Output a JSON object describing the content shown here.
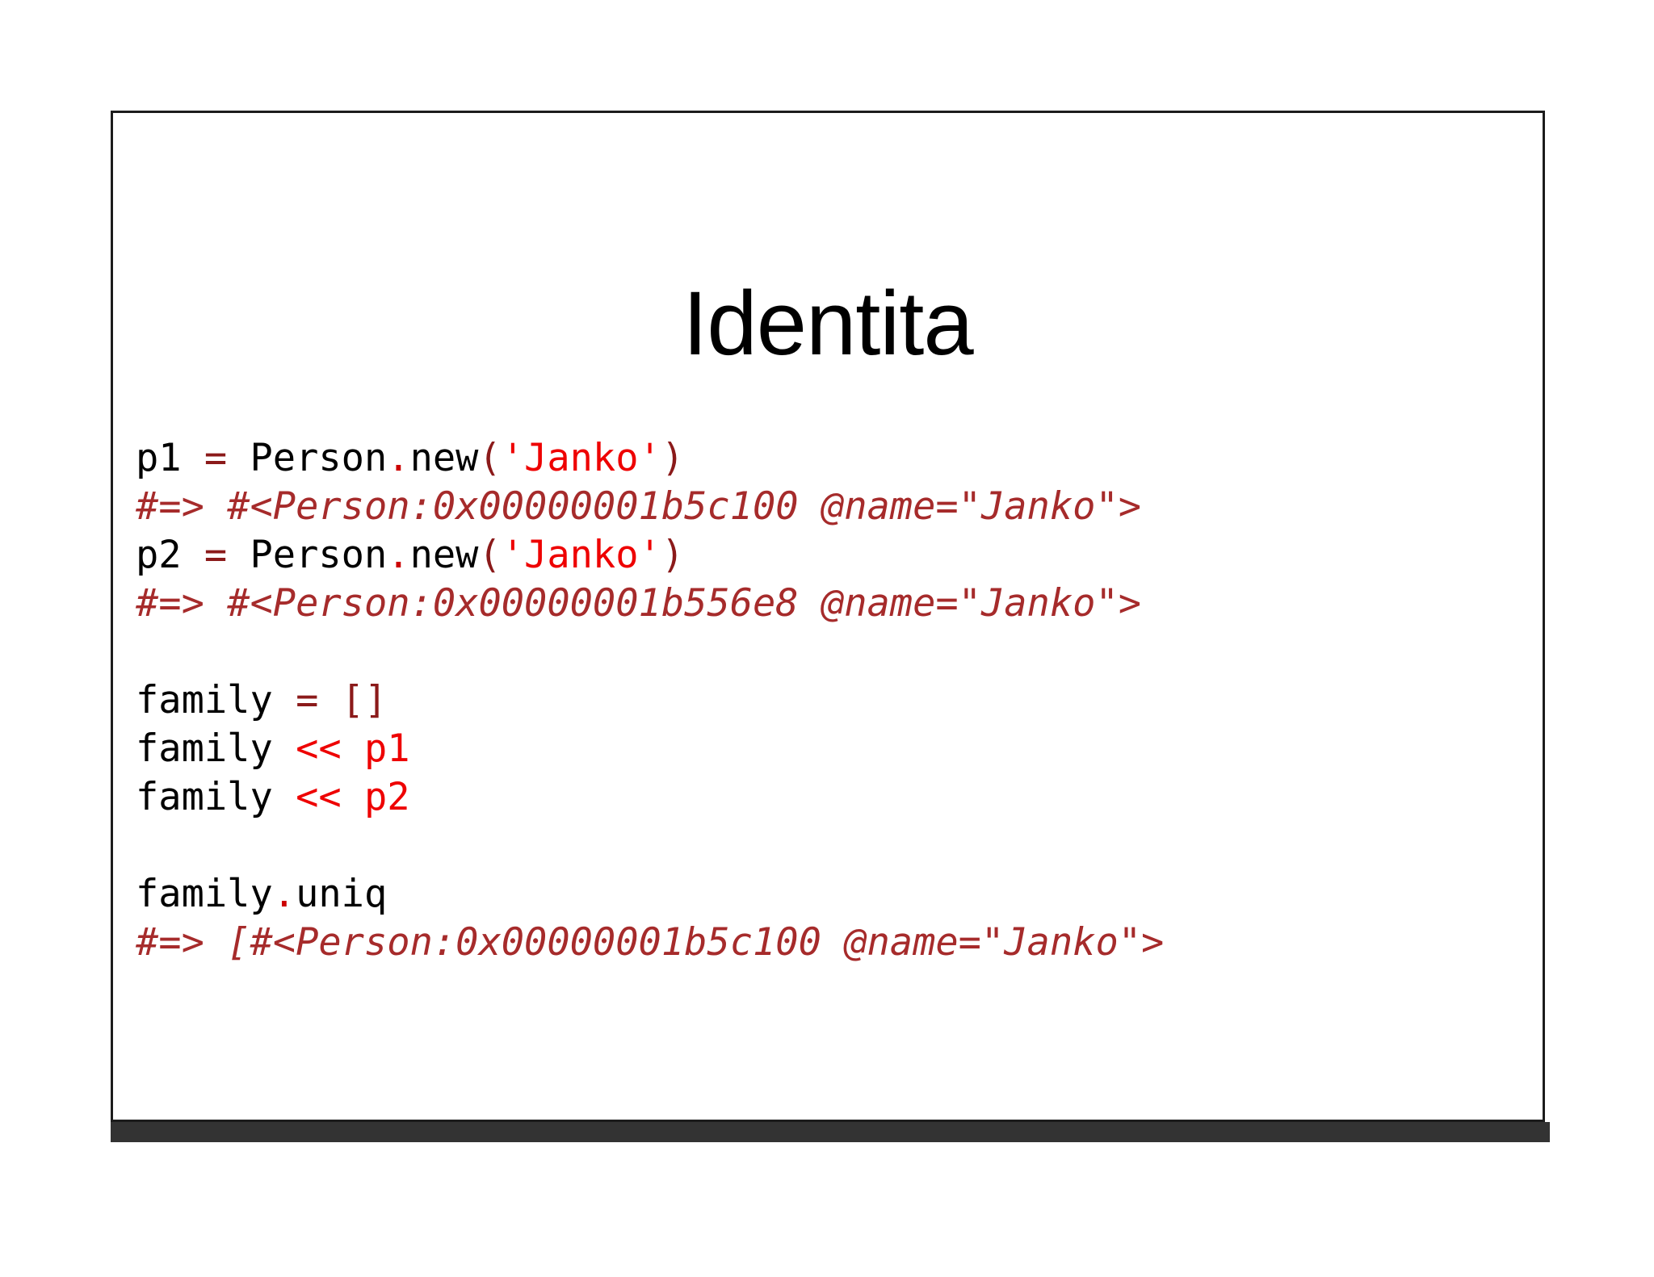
{
  "slide": {
    "title": "Identita",
    "border_color": "#1c1c1c",
    "bottom_bar_color": "#333333",
    "background_color": "#ffffff"
  },
  "colors": {
    "plain": "#000000",
    "operator_dark_red": "#8b1a1a",
    "string_red": "#ee0000",
    "identifier_red": "#ee0000",
    "comment_red": "#a62b2b"
  },
  "code": {
    "language": "ruby",
    "lines": [
      {
        "id": "line-1",
        "type": "code",
        "text": "p1 = Person.new('Janko')",
        "tokens": [
          {
            "t": "p1 ",
            "c": "plain"
          },
          {
            "t": "=",
            "c": "op"
          },
          {
            "t": " Person",
            "c": "plain"
          },
          {
            "t": ".",
            "c": "dot"
          },
          {
            "t": "new",
            "c": "plain"
          },
          {
            "t": "(",
            "c": "paren"
          },
          {
            "t": "'Janko'",
            "c": "str"
          },
          {
            "t": ")",
            "c": "paren"
          }
        ]
      },
      {
        "id": "line-2",
        "type": "comment",
        "text": "#=> #<Person:0x00000001b5c100 @name=\"Janko\">",
        "tokens": [
          {
            "t": "#=> #<Person:0x00000001b5c100 @name=\"Janko\">",
            "c": "comment"
          }
        ]
      },
      {
        "id": "line-3",
        "type": "code",
        "text": "p2 = Person.new('Janko')",
        "tokens": [
          {
            "t": "p2 ",
            "c": "plain"
          },
          {
            "t": "=",
            "c": "op"
          },
          {
            "t": " Person",
            "c": "plain"
          },
          {
            "t": ".",
            "c": "dot"
          },
          {
            "t": "new",
            "c": "plain"
          },
          {
            "t": "(",
            "c": "paren"
          },
          {
            "t": "'Janko'",
            "c": "str"
          },
          {
            "t": ")",
            "c": "paren"
          }
        ]
      },
      {
        "id": "line-4",
        "type": "comment",
        "text": "#=> #<Person:0x00000001b556e8 @name=\"Janko\">",
        "tokens": [
          {
            "t": "#=> #<Person:0x00000001b556e8 @name=\"Janko\">",
            "c": "comment"
          }
        ]
      },
      {
        "id": "line-5",
        "type": "blank",
        "text": "",
        "tokens": []
      },
      {
        "id": "line-6",
        "type": "code",
        "text": "family = []",
        "tokens": [
          {
            "t": "family ",
            "c": "plain"
          },
          {
            "t": "=",
            "c": "op"
          },
          {
            "t": " ",
            "c": "plain"
          },
          {
            "t": "[]",
            "c": "op"
          }
        ]
      },
      {
        "id": "line-7",
        "type": "code",
        "text": "family << p1",
        "tokens": [
          {
            "t": "family ",
            "c": "plain"
          },
          {
            "t": "<<",
            "c": "ident"
          },
          {
            "t": " ",
            "c": "plain"
          },
          {
            "t": "p1",
            "c": "ident"
          }
        ]
      },
      {
        "id": "line-8",
        "type": "code",
        "text": "family << p2",
        "tokens": [
          {
            "t": "family ",
            "c": "plain"
          },
          {
            "t": "<<",
            "c": "ident"
          },
          {
            "t": " ",
            "c": "plain"
          },
          {
            "t": "p2",
            "c": "ident"
          }
        ]
      },
      {
        "id": "line-9",
        "type": "blank",
        "text": "",
        "tokens": []
      },
      {
        "id": "line-10",
        "type": "code",
        "text": "family.uniq",
        "tokens": [
          {
            "t": "family",
            "c": "plain"
          },
          {
            "t": ".",
            "c": "dot"
          },
          {
            "t": "uniq",
            "c": "plain"
          }
        ]
      },
      {
        "id": "line-11",
        "type": "comment",
        "text": "#=> [#<Person:0x00000001b5c100 @name=\"Janko\">",
        "tokens": [
          {
            "t": "#=> [#<Person:0x00000001b5c100 @name=\"Janko\">",
            "c": "comment"
          }
        ]
      }
    ]
  }
}
